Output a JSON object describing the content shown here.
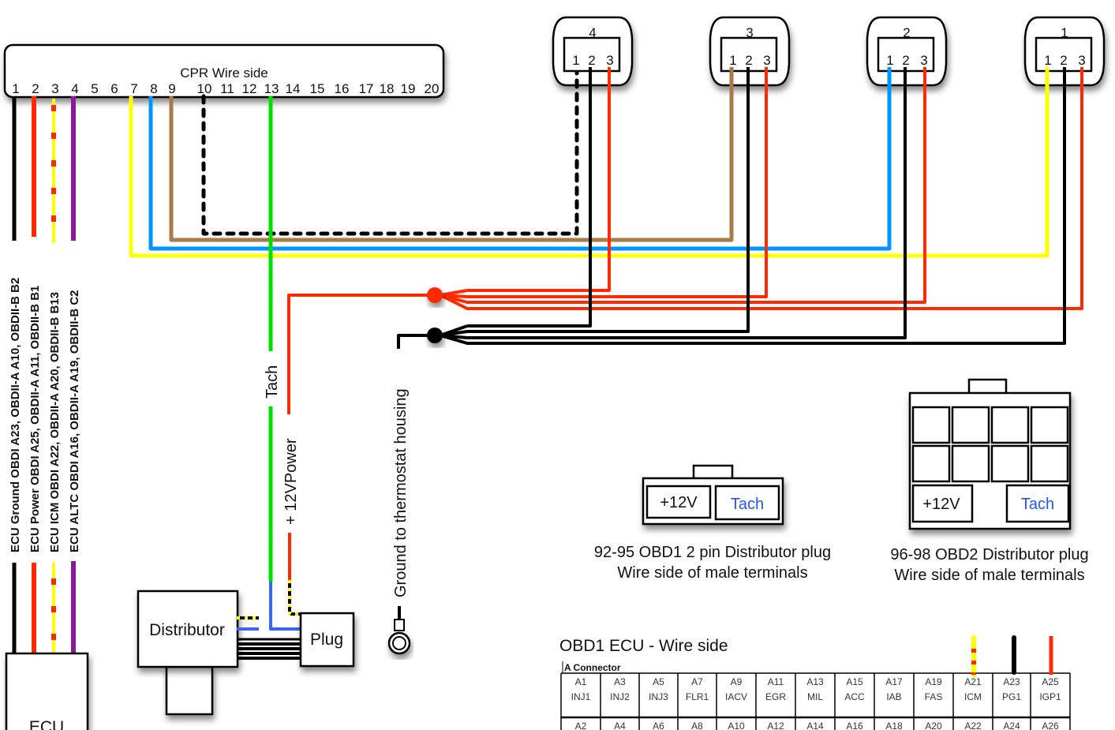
{
  "cpr": {
    "title": "CPR Wire side",
    "pins": [
      "1",
      "2",
      "3",
      "4",
      "5",
      "6",
      "7",
      "8",
      "9",
      "10",
      "11",
      "12",
      "13",
      "14",
      "15",
      "16",
      "17",
      "18",
      "19",
      "20"
    ]
  },
  "coils": [
    {
      "label": "4",
      "pins": [
        "1",
        "2",
        "3"
      ]
    },
    {
      "label": "3",
      "pins": [
        "1",
        "2",
        "3"
      ]
    },
    {
      "label": "2",
      "pins": [
        "1",
        "2",
        "3"
      ]
    },
    {
      "label": "1",
      "pins": [
        "1",
        "2",
        "3"
      ]
    }
  ],
  "ecu_wire_labels": [
    "ECU Ground OBDI A23, OBDII-A A10, OBDII-B B2",
    "ECU Power OBDI A25, OBDII-A A11, OBDII-B B1",
    "ECU ICM OBDI A22, OBDII-A A20, OBDII-B B13",
    "ECU ALTC OBDI A16, OBDII-A A19, OBDII-B C2"
  ],
  "wire_labels": {
    "tach": "Tach",
    "power": "+ 12VPower",
    "ground": "Ground to thermostat housing"
  },
  "components": {
    "distributor": "Distributor",
    "plug": "Plug",
    "ecu": "ECU"
  },
  "obd1_plug": {
    "pin_left": "+12V",
    "pin_right": "Tach",
    "caption_line1": "92-95 OBD1 2 pin Distributor plug",
    "caption_line2": "Wire side of male terminals"
  },
  "obd2_plug": {
    "pin_left": "+12V",
    "pin_right": "Tach",
    "caption_line1": "96-98 OBD2 Distributor plug",
    "caption_line2": "Wire side of male terminals"
  },
  "ecu_table": {
    "title": "OBD1 ECU - Wire side",
    "subtitle": "A Connector",
    "row1": [
      {
        "pin": "A1",
        "name": "INJ1"
      },
      {
        "pin": "A3",
        "name": "INJ2"
      },
      {
        "pin": "A5",
        "name": "INJ3"
      },
      {
        "pin": "A7",
        "name": "FLR1"
      },
      {
        "pin": "A9",
        "name": "IACV"
      },
      {
        "pin": "A11",
        "name": "EGR"
      },
      {
        "pin": "A13",
        "name": "MIL"
      },
      {
        "pin": "A15",
        "name": "ACC"
      },
      {
        "pin": "A17",
        "name": "IAB"
      },
      {
        "pin": "A19",
        "name": "FAS"
      },
      {
        "pin": "A21",
        "name": "ICM"
      },
      {
        "pin": "A23",
        "name": "PG1"
      },
      {
        "pin": "A25",
        "name": "IGP1"
      }
    ],
    "row2": [
      "A2",
      "A4",
      "A6",
      "A8",
      "A10",
      "A12",
      "A14",
      "A16",
      "A18",
      "A20",
      "A22",
      "A24",
      "A26"
    ]
  },
  "colors": {
    "black": "#000000",
    "red": "#ff2a00",
    "yellow": "#ffff00",
    "purple": "#8b1a9a",
    "blue": "#0096ff",
    "brown": "#a87a45",
    "green": "#00e000",
    "dist_blue": "#3366ff"
  }
}
